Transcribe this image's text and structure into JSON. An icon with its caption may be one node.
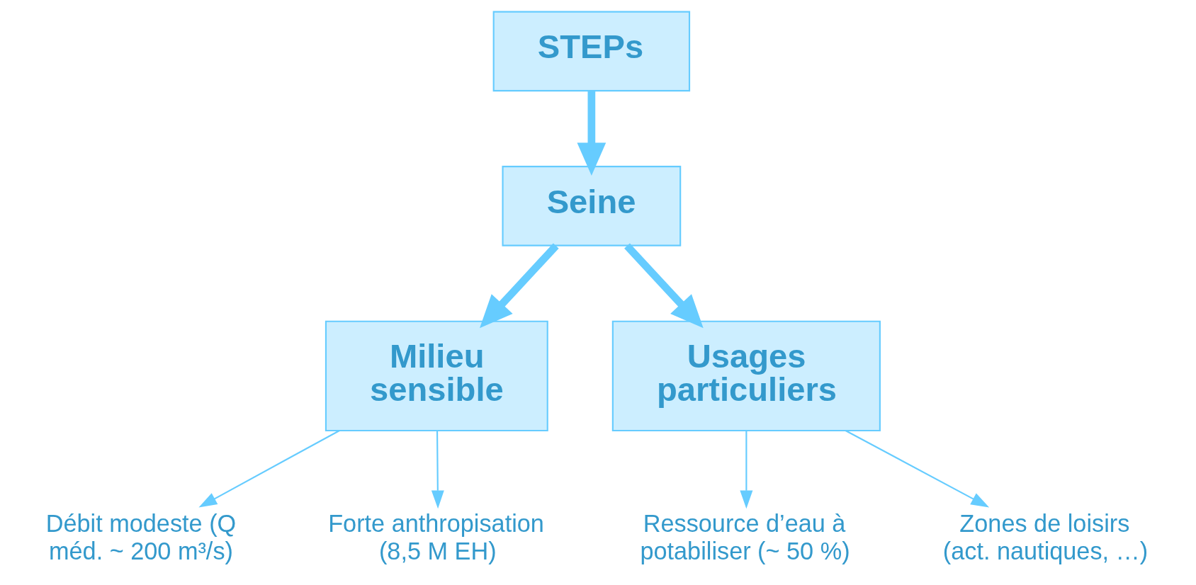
{
  "diagram": {
    "nodes": [
      {
        "text": [
          "STEPs"
        ]
      },
      {
        "text": [
          "Seine"
        ]
      },
      {
        "text": [
          "Milieu sensible"
        ]
      },
      {
        "text": [
          "Usages particuliers"
        ]
      },
      {
        "text": [
          "Débit modeste (Q méd. ~ 200 m³/s)"
        ]
      },
      {
        "text": [
          "Forte anthropisation (8,5 M EH)"
        ]
      },
      {
        "text": [
          "Ressource d’eau à potabiliser (~ 50 %)"
        ]
      },
      {
        "text": [
          "Zones de loisirs (act. nautiques, …)"
        ]
      }
    ],
    "edges": [
      {
        "from": 0,
        "to": 1,
        "arrow": "to",
        "style": "thick"
      },
      {
        "from": 1,
        "to": 2,
        "arrow": "to",
        "style": "thick"
      },
      {
        "from": 1,
        "to": 3,
        "arrow": "to",
        "style": "thick"
      },
      {
        "from": 2,
        "to": 4,
        "arrow": "to"
      },
      {
        "from": 2,
        "to": 5,
        "arrow": "to"
      },
      {
        "from": 3,
        "to": 6,
        "arrow": "to"
      },
      {
        "from": 3,
        "to": 7,
        "arrow": "to"
      }
    ]
  }
}
